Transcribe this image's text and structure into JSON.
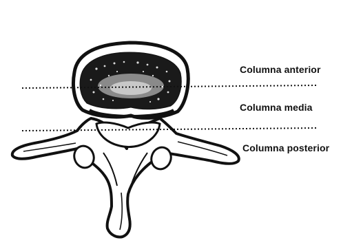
{
  "labels": {
    "anterior": "Columna anterior",
    "media": "Columna media",
    "posterior": "Columna posterior"
  },
  "colors": {
    "ink": "#111111",
    "background": "#ffffff"
  }
}
